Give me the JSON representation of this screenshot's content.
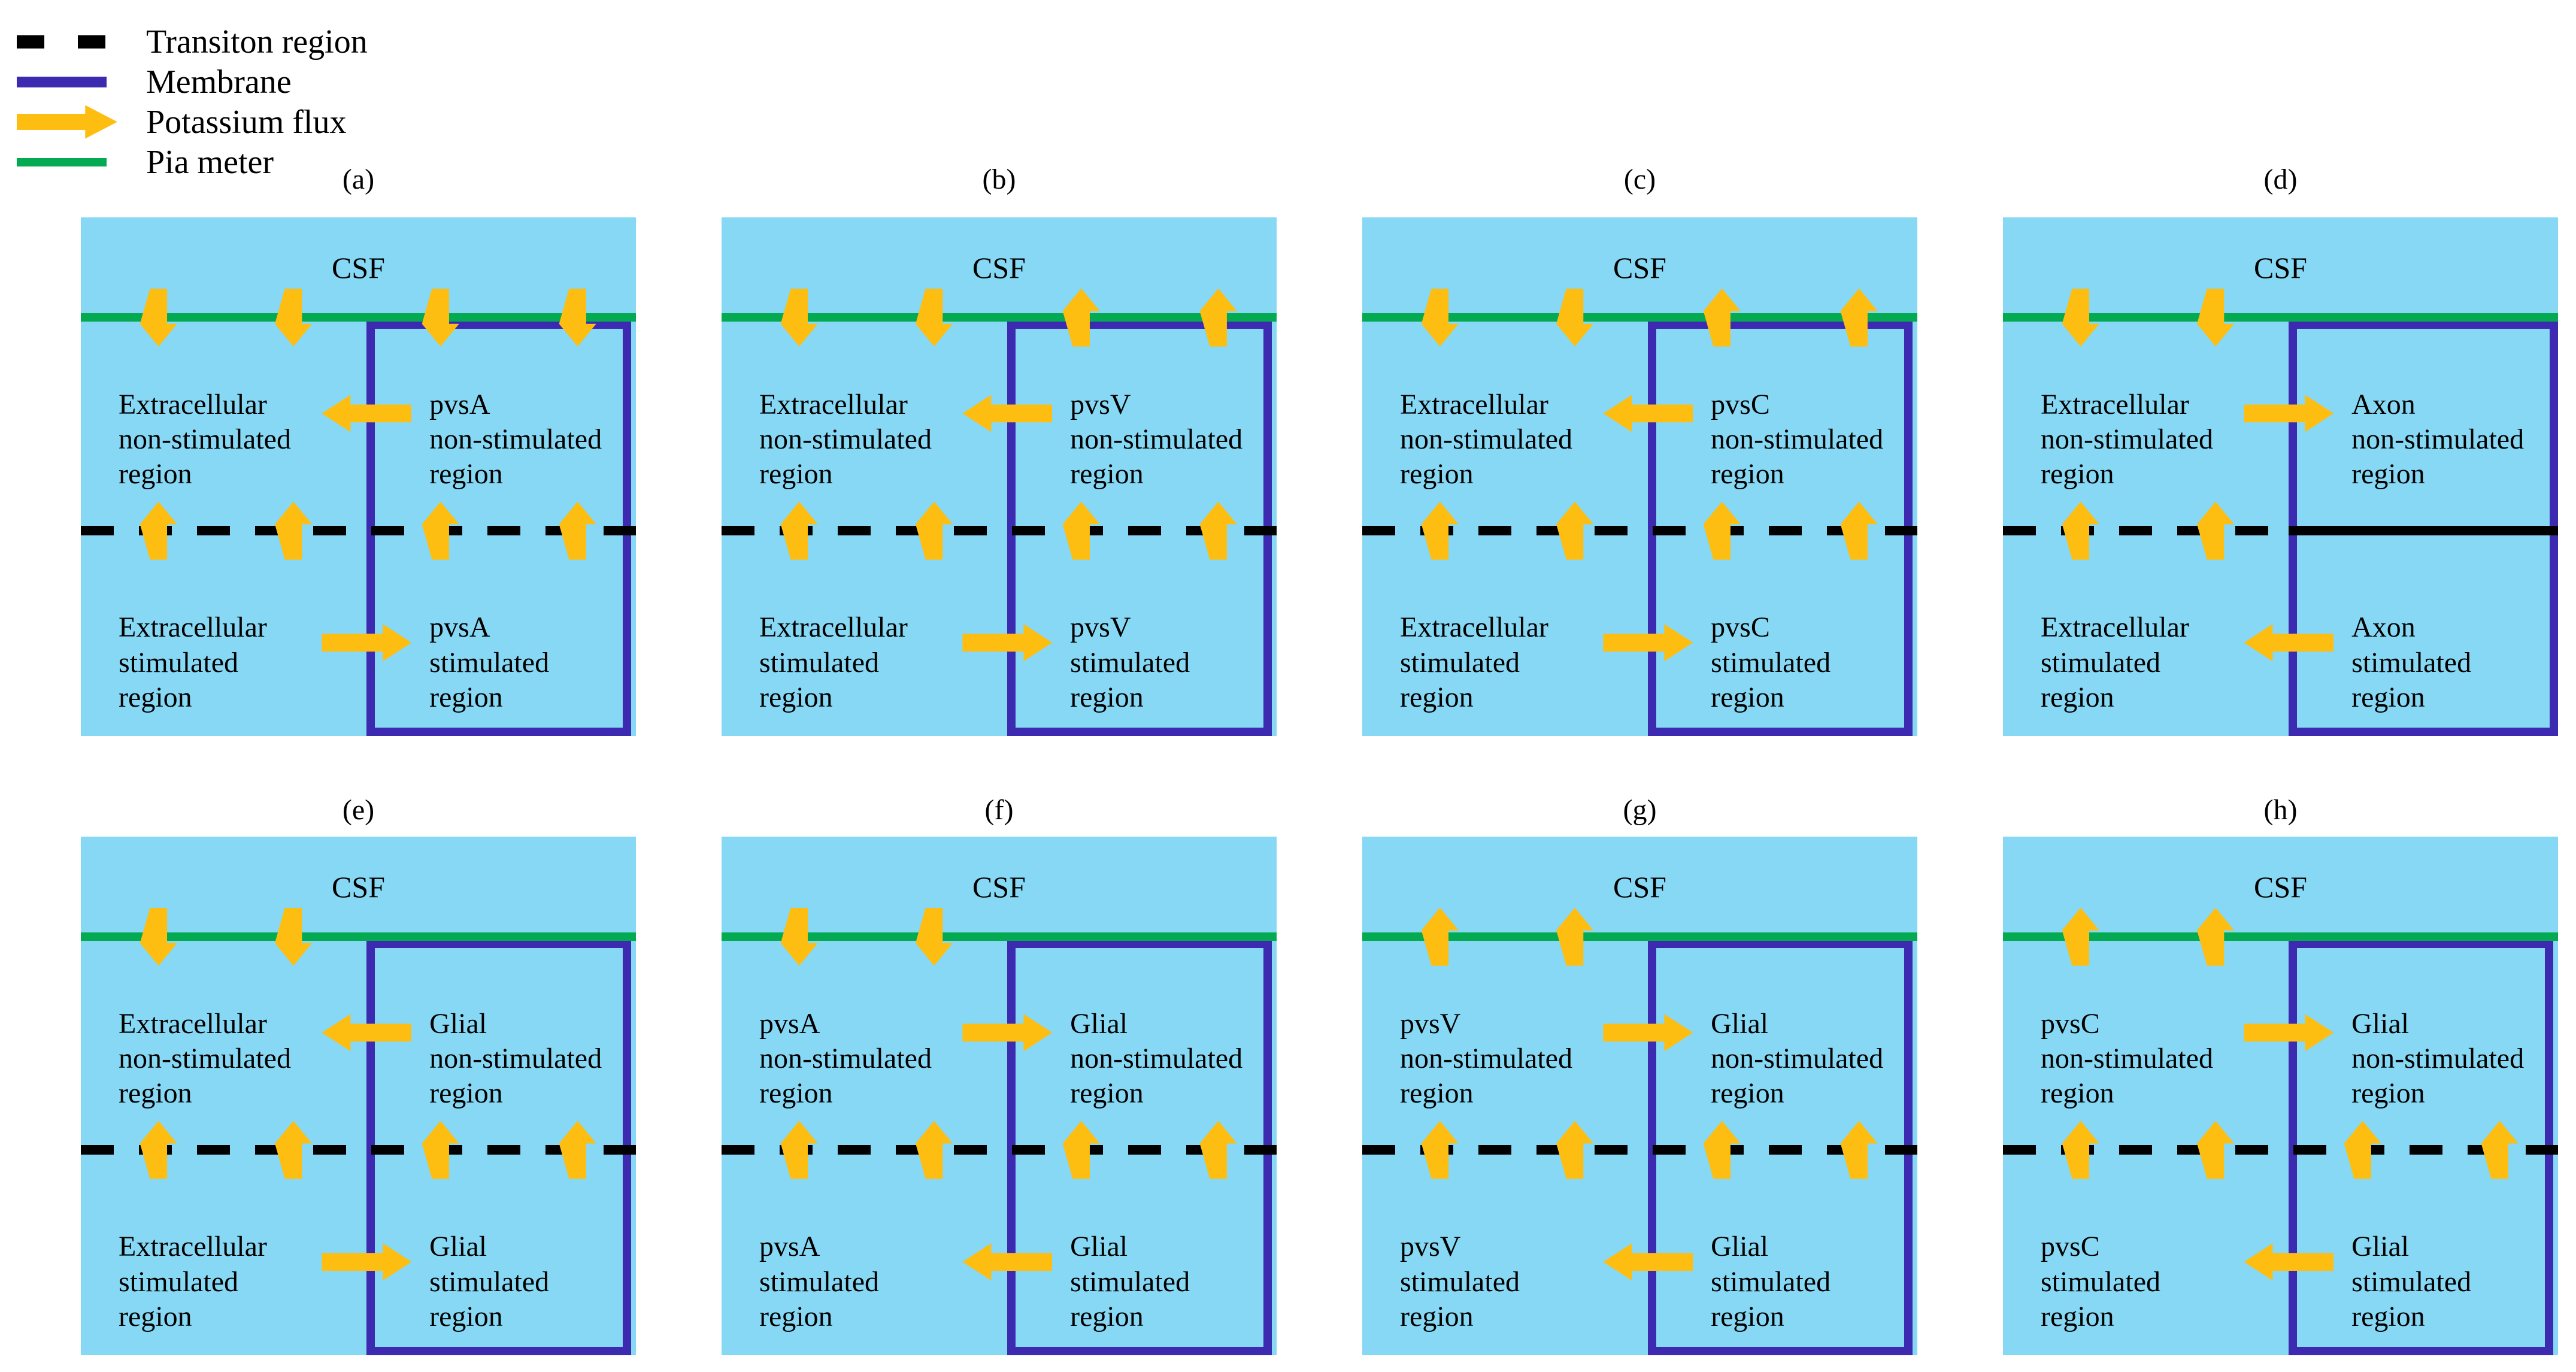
{
  "figure": {
    "colors": {
      "tissue": "#86D8F4",
      "pia_meter": "#04AA51",
      "membrane": "#3C2BB0",
      "potassium_flux": "#FDBE11",
      "transition_region": "#000000"
    },
    "legend": [
      {
        "name": "transition-region",
        "label": "Transiton region",
        "swatch": "dashed-line"
      },
      {
        "name": "membrane",
        "label": "Membrane",
        "swatch": "solid-line-purple"
      },
      {
        "name": "potassium-flux",
        "label": "Potassium flux",
        "swatch": "arrow-yellow"
      },
      {
        "name": "pia-meter",
        "label": "Pia meter",
        "swatch": "solid-line-green"
      }
    ],
    "panels": [
      {
        "letter": "(a)",
        "csf_label": "CSF",
        "labels": {
          "top_outer": "Extracellular\nnon-stimulated\nregion",
          "top_inner": "pvsA\nnon-stimulated\nregion",
          "bottom_outer": "Extracellular\nstimulated\nregion",
          "bottom_inner": "pvsA\nstimulated\nregion"
        },
        "pia_flux": {
          "outer": "down",
          "inner": "down"
        },
        "transition_flux": {
          "outer": "up",
          "inner": "up"
        },
        "membrane_flux": {
          "non_stimulated": "left",
          "stimulated": "right"
        },
        "transition_inner_style": "dashed",
        "membrane_to_edge": false
      },
      {
        "letter": "(b)",
        "csf_label": "CSF",
        "labels": {
          "top_outer": "Extracellular\nnon-stimulated\nregion",
          "top_inner": "pvsV\nnon-stimulated\nregion",
          "bottom_outer": "Extracellular\nstimulated\nregion",
          "bottom_inner": "pvsV\nstimulated\nregion"
        },
        "pia_flux": {
          "outer": "down",
          "inner": "up"
        },
        "transition_flux": {
          "outer": "up",
          "inner": "up"
        },
        "membrane_flux": {
          "non_stimulated": "left",
          "stimulated": "right"
        },
        "transition_inner_style": "dashed",
        "membrane_to_edge": false
      },
      {
        "letter": "(c)",
        "csf_label": "CSF",
        "labels": {
          "top_outer": "Extracellular\nnon-stimulated\nregion",
          "top_inner": "pvsC\nnon-stimulated\nregion",
          "bottom_outer": "Extracellular\nstimulated\nregion",
          "bottom_inner": "pvsC\nstimulated\nregion"
        },
        "pia_flux": {
          "outer": "down",
          "inner": "up"
        },
        "transition_flux": {
          "outer": "up",
          "inner": "up"
        },
        "membrane_flux": {
          "non_stimulated": "left",
          "stimulated": "right"
        },
        "transition_inner_style": "dashed",
        "membrane_to_edge": false
      },
      {
        "letter": "(d)",
        "csf_label": "CSF",
        "labels": {
          "top_outer": "Extracellular\nnon-stimulated\nregion",
          "top_inner": "Axon\nnon-stimulated\nregion",
          "bottom_outer": "Extracellular\nstimulated\nregion",
          "bottom_inner": "Axon\nstimulated\nregion"
        },
        "pia_flux": {
          "outer": "down",
          "inner": null
        },
        "transition_flux": {
          "outer": "up",
          "inner": null
        },
        "membrane_flux": {
          "non_stimulated": "right",
          "stimulated": "left"
        },
        "transition_inner_style": "solid",
        "membrane_to_edge": true
      },
      {
        "letter": "(e)",
        "csf_label": "CSF",
        "labels": {
          "top_outer": "Extracellular\nnon-stimulated\nregion",
          "top_inner": "Glial\nnon-stimulated\nregion",
          "bottom_outer": "Extracellular\nstimulated\nregion",
          "bottom_inner": "Glial\nstimulated\nregion"
        },
        "pia_flux": {
          "outer": "down",
          "inner": null
        },
        "transition_flux": {
          "outer": "up",
          "inner": "up"
        },
        "membrane_flux": {
          "non_stimulated": "left",
          "stimulated": "right"
        },
        "transition_inner_style": "dashed",
        "membrane_to_edge": false
      },
      {
        "letter": "(f)",
        "csf_label": "CSF",
        "labels": {
          "top_outer": "pvsA\nnon-stimulated\nregion",
          "top_inner": "Glial\nnon-stimulated\nregion",
          "bottom_outer": "pvsA\nstimulated\nregion",
          "bottom_inner": "Glial\nstimulated\nregion"
        },
        "pia_flux": {
          "outer": "down",
          "inner": null
        },
        "transition_flux": {
          "outer": "up",
          "inner": "up"
        },
        "membrane_flux": {
          "non_stimulated": "right",
          "stimulated": "left"
        },
        "transition_inner_style": "dashed",
        "membrane_to_edge": false
      },
      {
        "letter": "(g)",
        "csf_label": "CSF",
        "labels": {
          "top_outer": "pvsV\nnon-stimulated\nregion",
          "top_inner": "Glial\nnon-stimulated\nregion",
          "bottom_outer": "pvsV\nstimulated\nregion",
          "bottom_inner": "Glial\nstimulated\nregion"
        },
        "pia_flux": {
          "outer": "up",
          "inner": null
        },
        "transition_flux": {
          "outer": "up",
          "inner": "up"
        },
        "membrane_flux": {
          "non_stimulated": "right",
          "stimulated": "left"
        },
        "transition_inner_style": "dashed",
        "membrane_to_edge": false
      },
      {
        "letter": "(h)",
        "csf_label": "CSF",
        "labels": {
          "top_outer": "pvsC\nnon-stimulated\nregion",
          "top_inner": "Glial\nnon-stimulated\nregion",
          "bottom_outer": "pvsC\nstimulated\nregion",
          "bottom_inner": "Glial\nstimulated\nregion"
        },
        "pia_flux": {
          "outer": "up",
          "inner": null
        },
        "transition_flux": {
          "outer": "up",
          "inner": "up"
        },
        "membrane_flux": {
          "non_stimulated": "right",
          "stimulated": "left"
        },
        "transition_inner_style": "dashed",
        "membrane_to_edge": false
      }
    ]
  }
}
